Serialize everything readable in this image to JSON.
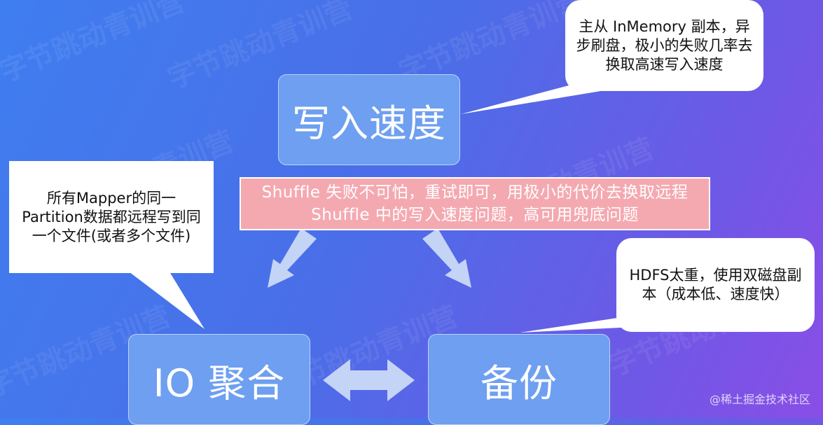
{
  "nodes": {
    "write_speed": "写入速度",
    "io_aggregation": "IO 聚合",
    "backup": "备份"
  },
  "callouts": {
    "top_right": "主从 InMemory 副本，异步刷盘，极小的失败几率去换取高速写入速度",
    "left": "所有Mapper的同一Partition数据都远程写到同一个文件(或者多个文件)",
    "bottom_right": "HDFS太重，使用双磁盘副本（成本低、速度快）"
  },
  "banner": "Shuffle 失败不可怕，重试即可，用极小的代价去换取远程 Shuffle 中的写入速度问题，高可用兜底问题",
  "watermark": "字节跳动青训营",
  "credit": "@稀土掘金技术社区",
  "colors": {
    "node_fill": "#6e9ff0",
    "banner_fill": "#f4a9b1",
    "arrow_fill": "#c4d4f6"
  }
}
